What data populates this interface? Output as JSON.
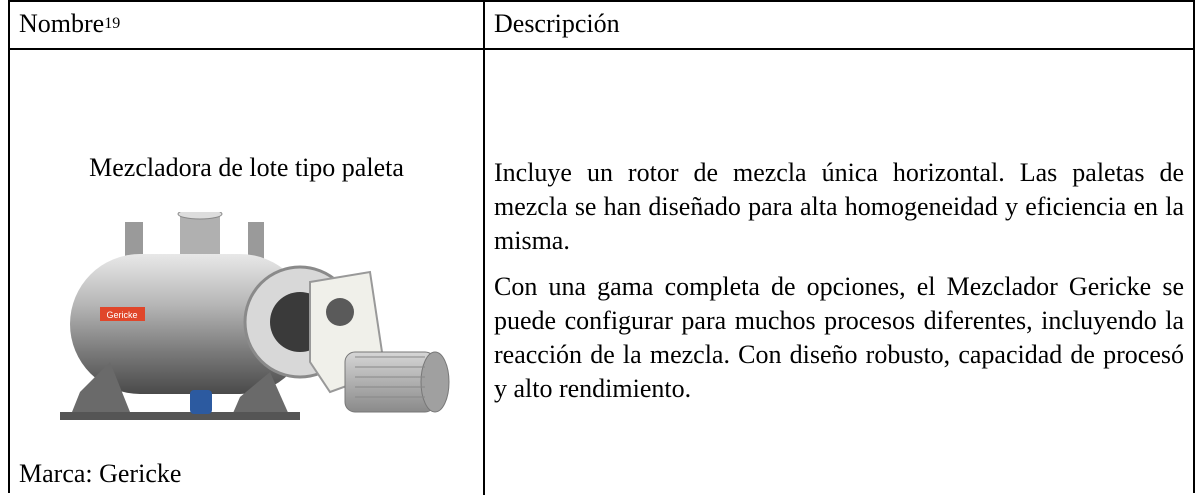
{
  "header": {
    "name_label": "Nombre",
    "name_footnote": "19",
    "description_label": "Descripción"
  },
  "product": {
    "name": "Mezcladora de lote tipo paleta",
    "brand": "Marca: Gericke",
    "logo_text": "Gericke"
  },
  "description": {
    "paragraph1": "Incluye un rotor de mezcla única horizontal. Las paletas de mezcla se han diseñado para alta homogeneidad y eficiencia en la misma.",
    "paragraph2": "Con una gama completa de opciones, el Mezclador Gericke se puede configurar para muchos procesos diferentes, incluyendo la reacción de la mezcla. Con diseño robusto, capacidad de procesó y alto rendimiento."
  }
}
